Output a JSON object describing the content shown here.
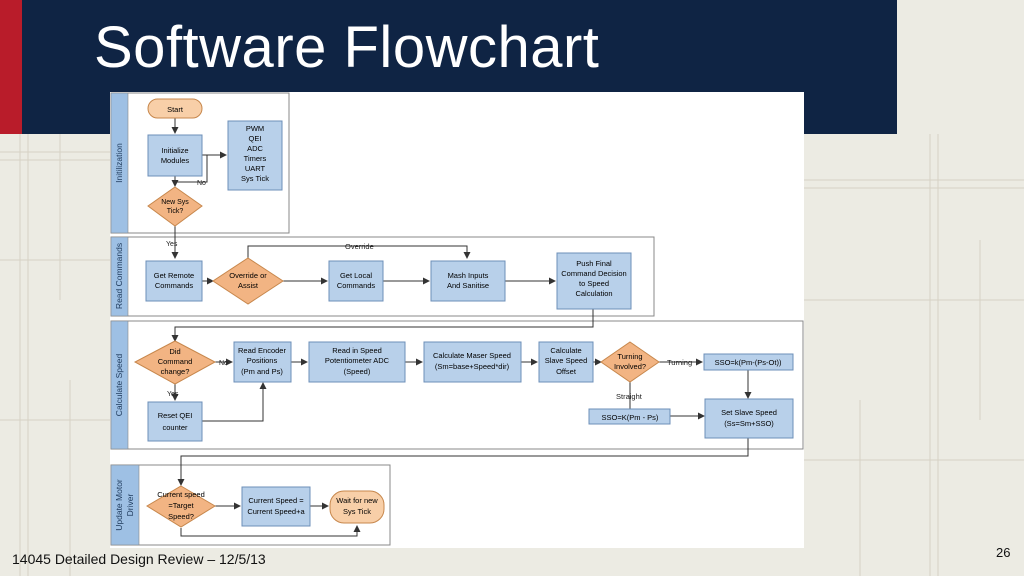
{
  "slide": {
    "title": "Software Flowchart",
    "footer": "14045 Detailed Design Review – 12/5/13",
    "page_number": "26"
  },
  "colors": {
    "accent_red": "#b91c2a",
    "navy": "#0f2444",
    "process_fill": "#b8d0ea",
    "decision_fill": "#f2b483",
    "terminal_fill": "#f8cfa8",
    "lane_label_fill": "#9ec0e4"
  },
  "lanes": {
    "initialization": "Initilization",
    "read_commands": "Read Commands",
    "calculate_speed": "Calculate Speed",
    "update_motor": [
      "Update Motor",
      "Driver"
    ]
  },
  "nodes": {
    "start": "Start",
    "init_modules": [
      "Initialize",
      "Modules"
    ],
    "modules_list": [
      "PWM",
      "QEI",
      "ADC",
      "Timers",
      "UART",
      "Sys Tick"
    ],
    "new_sys_tick": [
      "New Sys",
      "Tick?"
    ],
    "get_remote": [
      "Get Remote",
      "Commands"
    ],
    "override_assist": [
      "Override or",
      "Assist"
    ],
    "get_local": [
      "Get Local",
      "Commands"
    ],
    "mash_inputs": [
      "Mash Inputs",
      "And Sanitise"
    ],
    "push_final": [
      "Push Final",
      "Command Decision",
      "to Speed",
      "Calculation"
    ],
    "did_command_change": [
      "Did",
      "Command",
      "change?"
    ],
    "read_encoder": [
      "Read Encoder",
      "Positions",
      "(Pm and Ps)"
    ],
    "read_speed": [
      "Read in Speed",
      "Potentiometer ADC",
      "(Speed)"
    ],
    "calc_master": [
      "Calculate Maser Speed",
      "(Sm=base+Speed*dir)"
    ],
    "calc_offset": [
      "Calculate",
      "Slave Speed",
      "Offset"
    ],
    "turning_involved": [
      "Turning",
      "Involved?"
    ],
    "sso_turning": "SSO=k(Pm-(Ps-Ot))",
    "reset_qei": [
      "Reset QEI",
      "counter"
    ],
    "sso_straight": "SSO=K(Pm - Ps)",
    "set_slave": [
      "Set Slave Speed",
      "(Ss=Sm+SSO)"
    ],
    "current_target": [
      "Current speed",
      "=Target",
      "Speed?"
    ],
    "current_update": [
      "Current Speed =",
      "Current Speed+a"
    ],
    "wait_sys_tick": [
      "Wait for new",
      "Sys Tick"
    ]
  },
  "edge_labels": {
    "no": "No",
    "yes": "Yes",
    "override": "Override",
    "turning": "Turning",
    "straight": "Straight"
  }
}
